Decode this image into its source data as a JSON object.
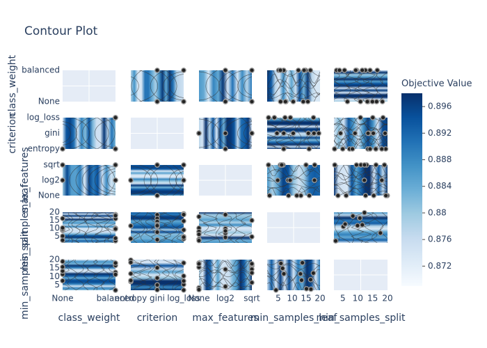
{
  "chart_data": {
    "type": "contour",
    "title": "Contour Plot",
    "params": [
      "class_weight",
      "criterion",
      "max_features",
      "min_samples_leaf",
      "min_samples_split"
    ],
    "axes": {
      "class_weight": {
        "kind": "categorical",
        "categories": [
          "None",
          "balanced"
        ]
      },
      "criterion": {
        "kind": "categorical",
        "categories": [
          "entropy",
          "gini",
          "log_loss"
        ]
      },
      "max_features": {
        "kind": "categorical",
        "categories": [
          "None",
          "log2",
          "sqrt"
        ]
      },
      "min_samples_leaf": {
        "kind": "numeric",
        "range": [
          1,
          20
        ],
        "ticks": [
          5,
          10,
          15,
          20
        ]
      },
      "min_samples_split": {
        "kind": "numeric",
        "range": [
          2,
          20
        ],
        "ticks": [
          5,
          10,
          15,
          20
        ]
      }
    },
    "colorbar": {
      "title": "Objective Value",
      "range": [
        0.869,
        0.898
      ],
      "ticks": [
        0.872,
        0.876,
        0.88,
        0.884,
        0.888,
        0.892,
        0.896
      ],
      "tick_labels": [
        "0.872",
        "0.876",
        "0.88",
        "0.884",
        "0.888",
        "0.892",
        "0.896"
      ],
      "colorscale": [
        "#f7fbff",
        "#deebf7",
        "#c6dbef",
        "#9ecae1",
        "#6baed6",
        "#4292c6",
        "#2171b5",
        "#08519c",
        "#08306b"
      ]
    },
    "grid": true,
    "empty_color": "#e5ecf6"
  }
}
